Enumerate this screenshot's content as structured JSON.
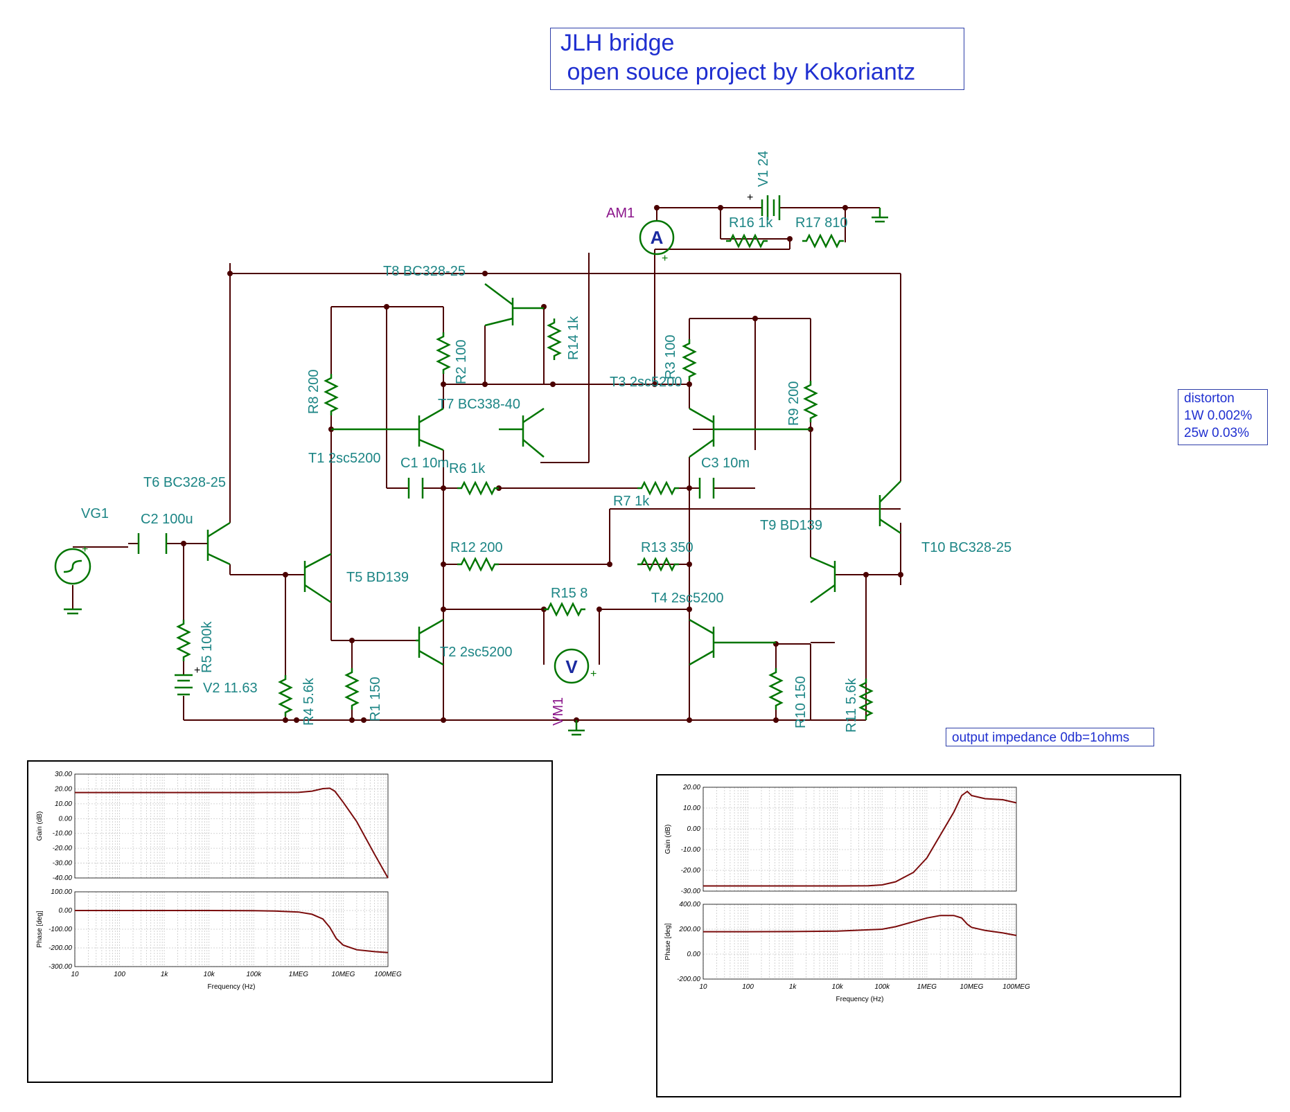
{
  "title": {
    "line1": "JLH bridge",
    "line2": " open souce project by Kokoriantz"
  },
  "notes": {
    "distortion": [
      "distorton",
      "1W 0.002%",
      "25w 0.03%"
    ],
    "output_impedance": "output impedance 0db=1ohms"
  },
  "components": {
    "V1": "V1 24",
    "AM1": "AM1",
    "R16": "R16 1k",
    "R17": "R17 810",
    "T8": "T8 BC328-25",
    "R14": "R14 1k",
    "R2": "R2 100",
    "R3": "R3 100",
    "T3": "T3 2sc5200",
    "R8": "R8 200",
    "R9": "R9 200",
    "T7": "T7 BC338-40",
    "T1": "T1 2sc5200",
    "C1": "C1 10m",
    "R6": "R6 1k",
    "C3": "C3 10m",
    "R7": "R7 1k",
    "T6": "T6 BC328-25",
    "VG1": "VG1",
    "C2": "C2 100u",
    "T9": "T9 BD139",
    "T10": "T10 BC328-25",
    "R12": "R12 200",
    "R13": "R13 350",
    "T5": "T5 BD139",
    "R15": "R15 8",
    "T4": "T4 2sc5200",
    "T2": "T2 2sc5200",
    "R5": "R5 100k",
    "V2": "V2 11.63",
    "R4": "R4 5.6k",
    "R1": "R1 150",
    "VM1": "VM1",
    "R10": "R10 150",
    "R11": "R11 5.6k",
    "meter_A": "A",
    "meter_V": "V",
    "plus": "+"
  },
  "chart_data": [
    {
      "type": "line",
      "name": "gain",
      "xscale": "log",
      "x_ticks": [
        "10",
        "100",
        "1k",
        "10k",
        "100k",
        "1MEG",
        "10MEG",
        "100MEG"
      ],
      "xlabel": "Frequency (Hz)",
      "ylabel": "Gain (dB)",
      "ylim": [
        -40,
        30
      ],
      "y_ticks": [
        "30.00",
        "20.00",
        "10.00",
        "0.00",
        "-10.00",
        "-20.00",
        "-30.00",
        "-40.00"
      ],
      "x": [
        10,
        100,
        1000,
        10000,
        100000,
        1000000,
        2000000,
        3500000,
        5000000,
        6500000,
        10000000,
        20000000,
        50000000,
        100000000
      ],
      "y": [
        17.6,
        17.6,
        17.6,
        17.6,
        17.6,
        17.7,
        18.5,
        20.2,
        20.5,
        18.5,
        11.0,
        -2.0,
        -24.0,
        -40.0
      ]
    },
    {
      "type": "line",
      "name": "phase",
      "xscale": "log",
      "x_ticks": [
        "10",
        "100",
        "1k",
        "10k",
        "100k",
        "1MEG",
        "10MEG",
        "100MEG"
      ],
      "xlabel": "Frequency (Hz)",
      "ylabel": "Phase [deg]",
      "ylim": [
        -300,
        100
      ],
      "y_ticks": [
        "100.00",
        "0.00",
        "-100.00",
        "-200.00",
        "-300.00"
      ],
      "x": [
        10,
        100,
        1000,
        10000,
        100000,
        300000,
        1000000,
        2000000,
        3500000,
        5000000,
        7000000,
        10000000,
        20000000,
        50000000,
        100000000
      ],
      "y": [
        0,
        0,
        0,
        0,
        -1,
        -3,
        -8,
        -20,
        -45,
        -90,
        -150,
        -185,
        -210,
        -220,
        -225
      ]
    },
    {
      "type": "line",
      "name": "gain",
      "xscale": "log",
      "x_ticks": [
        "10",
        "100",
        "1k",
        "10k",
        "100k",
        "1MEG",
        "10MEG",
        "100MEG"
      ],
      "xlabel": "Frequency (Hz)",
      "ylabel": "Gain (dB)",
      "ylim": [
        -30,
        20
      ],
      "y_ticks": [
        "20.00",
        "10.00",
        "0.00",
        "-10.00",
        "-20.00",
        "-30.00"
      ],
      "x": [
        10,
        100,
        1000,
        10000,
        50000,
        100000,
        200000,
        500000,
        1000000,
        2000000,
        4000000,
        6000000,
        8000000,
        10000000,
        20000000,
        50000000,
        100000000
      ],
      "y": [
        -27.5,
        -27.5,
        -27.5,
        -27.5,
        -27.4,
        -27.0,
        -25.5,
        -21.0,
        -14.0,
        -3.0,
        8.0,
        16.0,
        18.0,
        16.0,
        14.5,
        14.0,
        12.5
      ]
    },
    {
      "type": "line",
      "name": "phase",
      "xscale": "log",
      "x_ticks": [
        "10",
        "100",
        "1k",
        "10k",
        "100k",
        "1MEG",
        "10MEG",
        "100MEG"
      ],
      "xlabel": "Frequency (Hz)",
      "ylabel": "Phase [deg]",
      "ylim": [
        -200,
        400
      ],
      "y_ticks": [
        "400.00",
        "200.00",
        "0.00",
        "-200.00"
      ],
      "x": [
        10,
        100,
        1000,
        10000,
        100000,
        200000,
        500000,
        1000000,
        2000000,
        4000000,
        6000000,
        8000000,
        10000000,
        20000000,
        50000000,
        100000000
      ],
      "y": [
        180,
        180,
        181,
        185,
        200,
        220,
        260,
        290,
        310,
        310,
        290,
        240,
        215,
        190,
        170,
        150
      ]
    }
  ]
}
